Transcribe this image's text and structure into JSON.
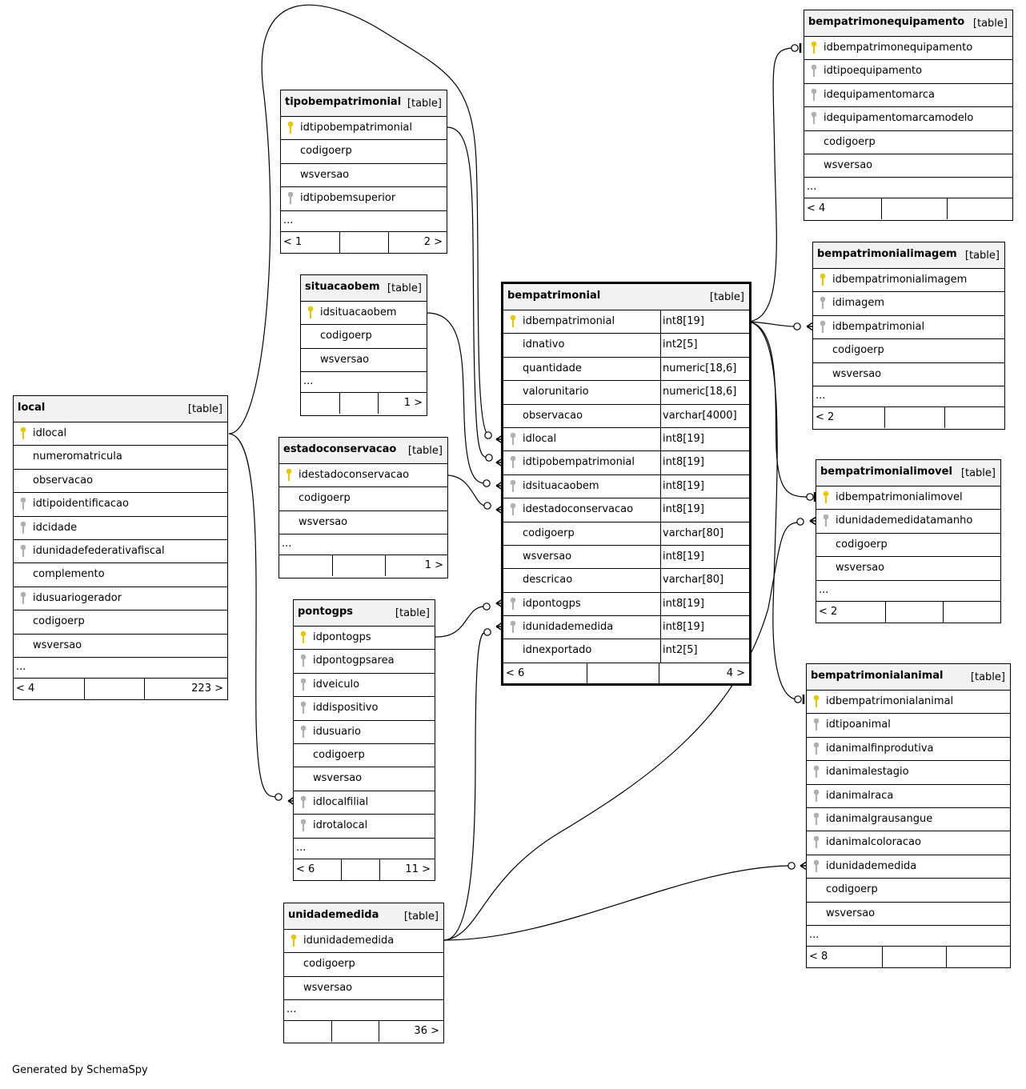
{
  "diagram": {
    "footer": "Generated by SchemaSpy",
    "colors": {
      "primary_key": "#e8c800",
      "foreign_key": "#b0b0b0",
      "header_bg": "#f2f2f2",
      "line": "#000000"
    },
    "tables": [
      {
        "id": "local",
        "name": "local",
        "type": "[table]",
        "columns": [
          {
            "name": "idlocal",
            "key": "pk"
          },
          {
            "name": "numeromatricula",
            "key": ""
          },
          {
            "name": "observacao",
            "key": ""
          },
          {
            "name": "idtipoidentificacao",
            "key": "fk"
          },
          {
            "name": "idcidade",
            "key": "fk"
          },
          {
            "name": "idunidadefederativafiscal",
            "key": "fk"
          },
          {
            "name": "complemento",
            "key": ""
          },
          {
            "name": "idusuariogerador",
            "key": "fk"
          },
          {
            "name": "codigoerp",
            "key": ""
          },
          {
            "name": "wsversao",
            "key": ""
          }
        ],
        "more": "...",
        "footer_left": "< 4",
        "footer_right": "223 >"
      },
      {
        "id": "tipobempatrimonial",
        "name": "tipobempatrimonial",
        "type": "[table]",
        "columns": [
          {
            "name": "idtipobempatrimonial",
            "key": "pk"
          },
          {
            "name": "codigoerp",
            "key": ""
          },
          {
            "name": "wsversao",
            "key": ""
          },
          {
            "name": "idtipobemsuperior",
            "key": "fk"
          }
        ],
        "more": "...",
        "footer_left": "< 1",
        "footer_right": "2 >"
      },
      {
        "id": "situacaobem",
        "name": "situacaobem",
        "type": "[table]",
        "columns": [
          {
            "name": "idsituacaobem",
            "key": "pk"
          },
          {
            "name": "codigoerp",
            "key": ""
          },
          {
            "name": "wsversao",
            "key": ""
          }
        ],
        "more": "...",
        "footer_left": "",
        "footer_right": "1 >"
      },
      {
        "id": "estadoconservacao",
        "name": "estadoconservacao",
        "type": "[table]",
        "columns": [
          {
            "name": "idestadoconservacao",
            "key": "pk"
          },
          {
            "name": "codigoerp",
            "key": ""
          },
          {
            "name": "wsversao",
            "key": ""
          }
        ],
        "more": "...",
        "footer_left": "",
        "footer_right": "1 >"
      },
      {
        "id": "pontogps",
        "name": "pontogps",
        "type": "[table]",
        "columns": [
          {
            "name": "idpontogps",
            "key": "pk"
          },
          {
            "name": "idpontogpsarea",
            "key": "fk"
          },
          {
            "name": "idveiculo",
            "key": "fk"
          },
          {
            "name": "iddispositivo",
            "key": "fk"
          },
          {
            "name": "idusuario",
            "key": "fk"
          },
          {
            "name": "codigoerp",
            "key": ""
          },
          {
            "name": "wsversao",
            "key": ""
          },
          {
            "name": "idlocalfilial",
            "key": "fk"
          },
          {
            "name": "idrotalocal",
            "key": "fk"
          }
        ],
        "more": "...",
        "footer_left": "< 6",
        "footer_right": "11 >"
      },
      {
        "id": "unidademedida",
        "name": "unidademedida",
        "type": "[table]",
        "columns": [
          {
            "name": "idunidademedida",
            "key": "pk"
          },
          {
            "name": "codigoerp",
            "key": ""
          },
          {
            "name": "wsversao",
            "key": ""
          }
        ],
        "more": "...",
        "footer_left": "",
        "footer_right": "36 >"
      },
      {
        "id": "bempatrimonial",
        "name": "bempatrimonial",
        "type": "[table]",
        "columns": [
          {
            "name": "idbempatrimonial",
            "key": "pk",
            "type": "int8[19]"
          },
          {
            "name": "idnativo",
            "key": "",
            "type": "int2[5]"
          },
          {
            "name": "quantidade",
            "key": "",
            "type": "numeric[18,6]"
          },
          {
            "name": "valorunitario",
            "key": "",
            "type": "numeric[18,6]"
          },
          {
            "name": "observacao",
            "key": "",
            "type": "varchar[4000]"
          },
          {
            "name": "idlocal",
            "key": "fk",
            "type": "int8[19]"
          },
          {
            "name": "idtipobempatrimonial",
            "key": "fk",
            "type": "int8[19]"
          },
          {
            "name": "idsituacaobem",
            "key": "fk",
            "type": "int8[19]"
          },
          {
            "name": "idestadoconservacao",
            "key": "fk",
            "type": "int8[19]"
          },
          {
            "name": "codigoerp",
            "key": "",
            "type": "varchar[80]"
          },
          {
            "name": "wsversao",
            "key": "",
            "type": "int8[19]"
          },
          {
            "name": "descricao",
            "key": "",
            "type": "varchar[80]"
          },
          {
            "name": "idpontogps",
            "key": "fk",
            "type": "int8[19]"
          },
          {
            "name": "idunidademedida",
            "key": "fk",
            "type": "int8[19]"
          },
          {
            "name": "idnexportado",
            "key": "",
            "type": "int2[5]"
          }
        ],
        "more": "",
        "footer_left": "< 6",
        "footer_right": "4 >"
      },
      {
        "id": "bempatrimonequipamento",
        "name": "bempatrimonequipamento",
        "type": "[table]",
        "columns": [
          {
            "name": "idbempatrimonequipamento",
            "key": "pk"
          },
          {
            "name": "idtipoequipamento",
            "key": "fk"
          },
          {
            "name": "idequipamentomarca",
            "key": "fk"
          },
          {
            "name": "idequipamentomarcamodelo",
            "key": "fk"
          },
          {
            "name": "codigoerp",
            "key": ""
          },
          {
            "name": "wsversao",
            "key": ""
          }
        ],
        "more": "...",
        "footer_left": "< 4",
        "footer_right": ""
      },
      {
        "id": "bempatrimonialimagem",
        "name": "bempatrimonialimagem",
        "type": "[table]",
        "columns": [
          {
            "name": "idbempatrimonialimagem",
            "key": "pk"
          },
          {
            "name": "idimagem",
            "key": "fk"
          },
          {
            "name": "idbempatrimonial",
            "key": "fk"
          },
          {
            "name": "codigoerp",
            "key": ""
          },
          {
            "name": "wsversao",
            "key": ""
          }
        ],
        "more": "...",
        "footer_left": "< 2",
        "footer_right": ""
      },
      {
        "id": "bempatrimonialimovel",
        "name": "bempatrimonialimovel",
        "type": "[table]",
        "columns": [
          {
            "name": "idbempatrimonialimovel",
            "key": "pk"
          },
          {
            "name": "idunidademedidatamanho",
            "key": "fk"
          },
          {
            "name": "codigoerp",
            "key": ""
          },
          {
            "name": "wsversao",
            "key": ""
          }
        ],
        "more": "...",
        "footer_left": "< 2",
        "footer_right": ""
      },
      {
        "id": "bempatrimonialanimal",
        "name": "bempatrimonialanimal",
        "type": "[table]",
        "columns": [
          {
            "name": "idbempatrimonialanimal",
            "key": "pk"
          },
          {
            "name": "idtipoanimal",
            "key": "fk"
          },
          {
            "name": "idanimalfinprodutiva",
            "key": "fk"
          },
          {
            "name": "idanimalestagio",
            "key": "fk"
          },
          {
            "name": "idanimalraca",
            "key": "fk"
          },
          {
            "name": "idanimalgrausangue",
            "key": "fk"
          },
          {
            "name": "idanimalcoloracao",
            "key": "fk"
          },
          {
            "name": "idunidademedida",
            "key": "fk"
          },
          {
            "name": "codigoerp",
            "key": ""
          },
          {
            "name": "wsversao",
            "key": ""
          }
        ],
        "more": "...",
        "footer_left": "< 8",
        "footer_right": ""
      }
    ]
  }
}
